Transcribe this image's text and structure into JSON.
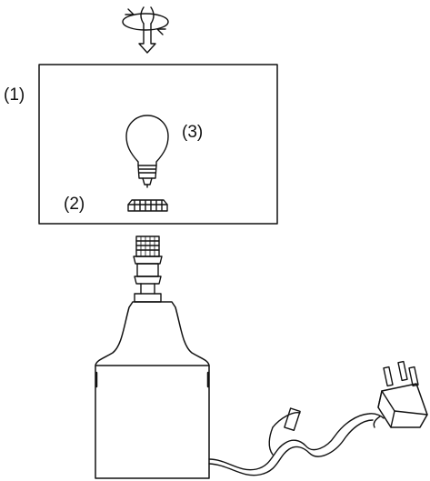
{
  "labels": {
    "shade": "(1)",
    "ring": "(2)",
    "bulb": "(3)"
  },
  "colors": {
    "stroke": "#111111",
    "background": "#ffffff"
  },
  "icons": {
    "rotate": "rotate-arrow-icon",
    "down": "down-arrow-icon"
  }
}
